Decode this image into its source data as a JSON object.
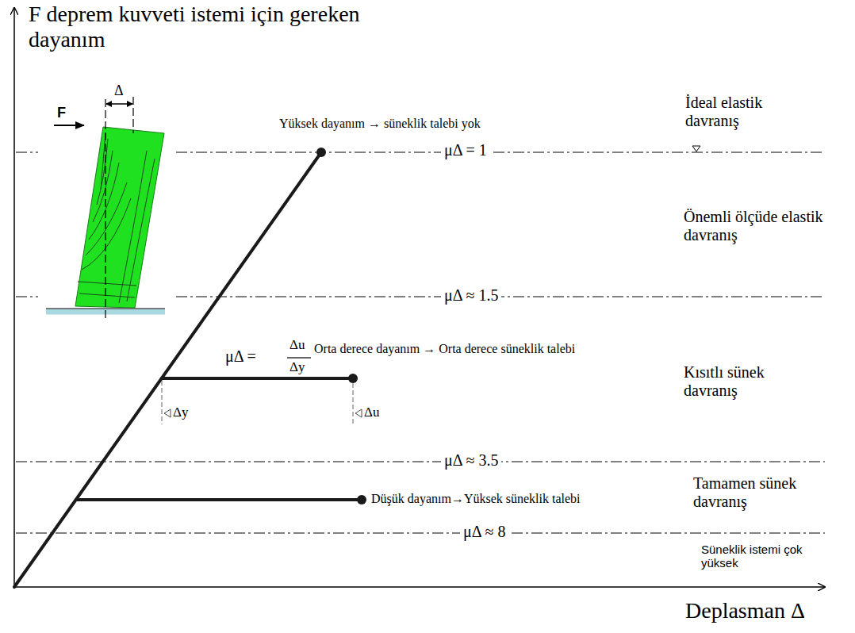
{
  "diagram": {
    "labels": [
      "F deprem kuvveti istemi için gereken dayanım",
      "F",
      "Δ",
      "Yüksek dayanım → süneklik talebi yok",
      "μΔ = 1",
      "İdeal elastik davranış",
      "μΔ ≈ 1.5",
      "Önemli ölçüde elastik davranış",
      "μΔ =",
      "Δu",
      "Δy",
      "Orta derece dayanım → Orta derece süneklik talebi",
      "Kısıtlı sünek davranış",
      "Δy",
      "Δu",
      "μΔ ≈ 3.5",
      "Düşük dayanım→Yüksek süneklik talebi",
      "Tamamen sünek davranış",
      "μΔ ≈ 8",
      "Süneklik istemi çok yüksek",
      "Deplasman Δ"
    ]
  }
}
